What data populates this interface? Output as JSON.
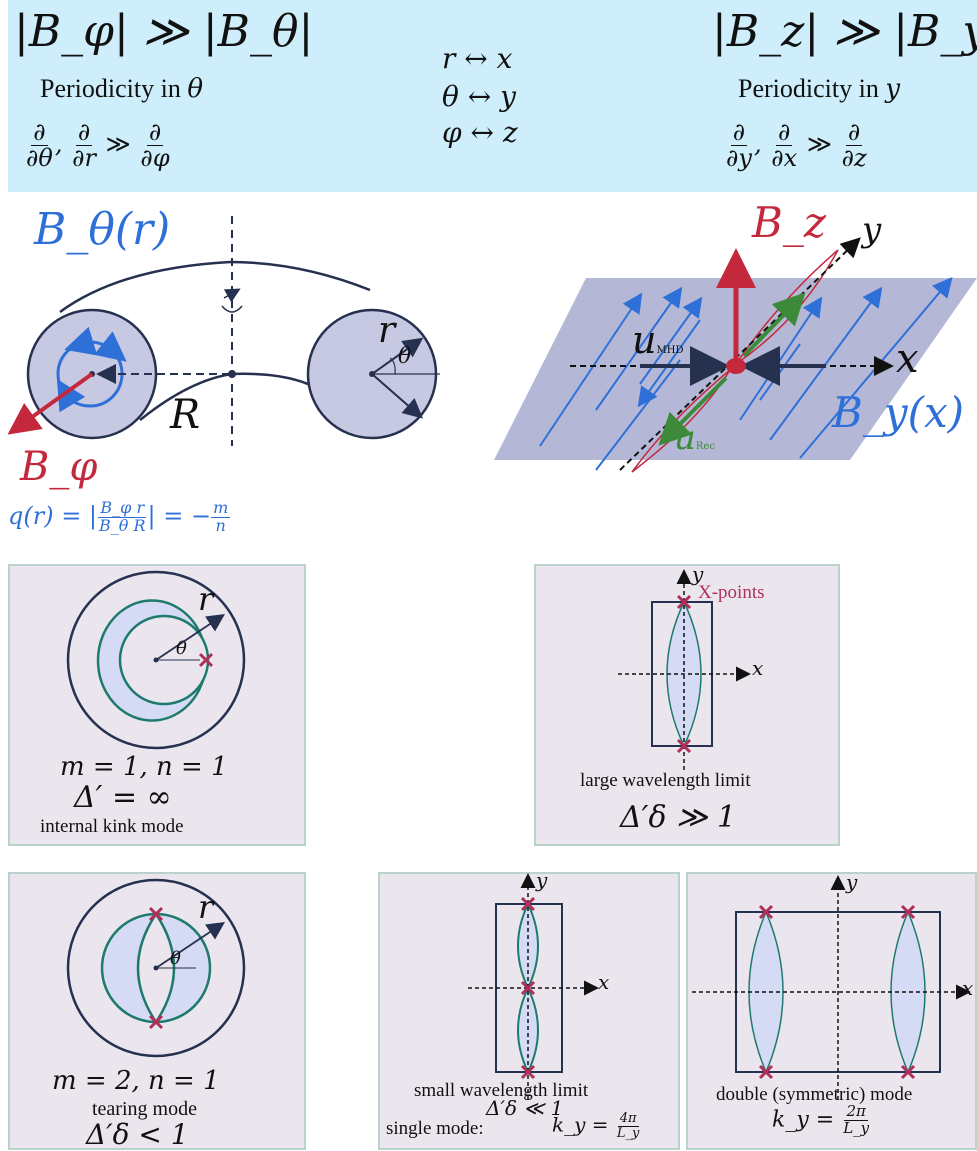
{
  "banner": {
    "left": {
      "inequality": "|B_φ| ≫ |B_θ|",
      "periodicity_label": "Periodicity in",
      "periodicity_var": "θ",
      "deriv_1": "∂θ",
      "deriv_2": "∂r",
      "deriv_3": "∂φ",
      "deriv_num": "∂"
    },
    "mapping": [
      "r ↔ x",
      "θ ↔ y",
      "φ ↔ z"
    ],
    "right": {
      "inequality": "|B_z| ≫ |B_y|",
      "periodicity_label": "Periodicity in",
      "periodicity_var": "y",
      "deriv_1": "∂y",
      "deriv_2": "∂x",
      "deriv_3": "∂z",
      "deriv_num": "∂"
    }
  },
  "torus": {
    "b_theta": "B_θ(r)",
    "b_phi": "B_φ",
    "major_radius": "R",
    "minor_radius": "r",
    "angle": "θ",
    "safety_factor_lhs": "q(r) = |",
    "safety_factor_num": "B_φ r",
    "safety_factor_den": "B_θ R",
    "safety_factor_rhs": "| = −",
    "safety_factor_m": "m",
    "safety_factor_n": "n"
  },
  "slab": {
    "b_z": "B_z",
    "b_y": "B_y(x)",
    "axis_x": "x",
    "axis_y": "y",
    "u_mhd": "u",
    "u_mhd_sub": "MHD",
    "u_rec": "u",
    "u_rec_sub": "Rec"
  },
  "panels": {
    "kink": {
      "r": "r",
      "theta": "θ",
      "modes": "m = 1,  n = 1",
      "delta": "Δ′ = ∞",
      "caption": "internal kink mode"
    },
    "large": {
      "axis_y": "y",
      "axis_x": "x",
      "xpoints": "X-points",
      "caption": "large wavelength limit",
      "delta": "Δ′δ ≫ 1"
    },
    "tearing": {
      "r": "r",
      "theta": "θ",
      "modes": "m = 2,  n = 1",
      "caption": "tearing mode",
      "delta": "Δ′δ < 1"
    },
    "small": {
      "axis_y": "y",
      "axis_x": "x",
      "caption": "small wavelength limit",
      "delta": "Δ′δ ≪ 1",
      "single_mode": "single mode:",
      "ky": "k_y =",
      "ky_num": "4π",
      "ky_den": "L_y"
    },
    "double": {
      "axis_y": "y",
      "axis_x": "x",
      "caption": "double (symmetric) mode",
      "ky": "k_y =",
      "ky_num": "2π",
      "ky_den": "L_y"
    }
  },
  "colors": {
    "banner": "#cdeefa",
    "panel": "#ebe6ee",
    "panel_border": "#b9d2cb",
    "field_blue": "#2f6fd8",
    "bz_red": "#c4283c",
    "island_fill": "#d6dbf5",
    "island_line": "#1e7a6c",
    "xpoint": "#b0305a",
    "rec_green": "#3c8a3a",
    "torus_fill": "#c7c9e3",
    "plane": "#b4b8d6"
  }
}
